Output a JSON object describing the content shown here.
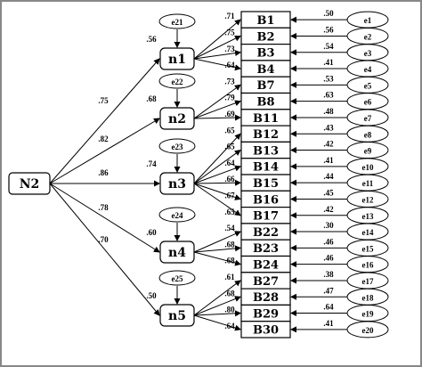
{
  "root": {
    "label": "N2"
  },
  "factors": [
    {
      "id": "n1",
      "label": "n1",
      "error": "e21",
      "loading": ".75",
      "r2": ".56",
      "items": [
        {
          "label": "B1",
          "path": ".71",
          "r2": ".50",
          "error": "e1"
        },
        {
          "label": "B2",
          "path": ".75",
          "r2": ".56",
          "error": "e2"
        },
        {
          "label": "B3",
          "path": ".73",
          "r2": ".54",
          "error": "e3"
        },
        {
          "label": "B4",
          "path": ".64",
          "r2": ".41",
          "error": "e4"
        }
      ]
    },
    {
      "id": "n2",
      "label": "n2",
      "error": "e22",
      "loading": ".82",
      "r2": ".68",
      "items": [
        {
          "label": "B7",
          "path": ".73",
          "r2": ".53",
          "error": "e5"
        },
        {
          "label": "B8",
          "path": ".79",
          "r2": ".63",
          "error": "e6"
        },
        {
          "label": "B11",
          "path": ".69",
          "r2": ".48",
          "error": "e7"
        }
      ]
    },
    {
      "id": "n3",
      "label": "n3",
      "error": "e23",
      "loading": ".86",
      "r2": ".74",
      "items": [
        {
          "label": "B12",
          "path": ".65",
          "r2": ".43",
          "error": "e8"
        },
        {
          "label": "B13",
          "path": ".65",
          "r2": ".42",
          "error": "e9"
        },
        {
          "label": "B14",
          "path": ".64",
          "r2": ".41",
          "error": "e10"
        },
        {
          "label": "B15",
          "path": ".66",
          "r2": ".44",
          "error": "e11"
        },
        {
          "label": "B16",
          "path": ".67",
          "r2": ".45",
          "error": "e12"
        },
        {
          "label": "B17",
          "path": ".65",
          "r2": ".42",
          "error": "e13"
        }
      ]
    },
    {
      "id": "n4",
      "label": "n4",
      "error": "e24",
      "loading": ".78",
      "r2": ".60",
      "items": [
        {
          "label": "B22",
          "path": ".54",
          "r2": ".30",
          "error": "e14"
        },
        {
          "label": "B23",
          "path": ".68",
          "r2": ".46",
          "error": "e15"
        },
        {
          "label": "B24",
          "path": ".68",
          "r2": ".46",
          "error": "e16"
        }
      ]
    },
    {
      "id": "n5",
      "label": "n5",
      "error": "e25",
      "loading": ".70",
      "r2": ".50",
      "items": [
        {
          "label": "B27",
          "path": ".61",
          "r2": ".38",
          "error": "e17"
        },
        {
          "label": "B28",
          "path": ".68",
          "r2": ".47",
          "error": "e18"
        },
        {
          "label": "B29",
          "path": ".80",
          "r2": ".64",
          "error": "e19"
        },
        {
          "label": "B30",
          "path": ".64",
          "r2": ".41",
          "error": "e20"
        }
      ]
    }
  ]
}
